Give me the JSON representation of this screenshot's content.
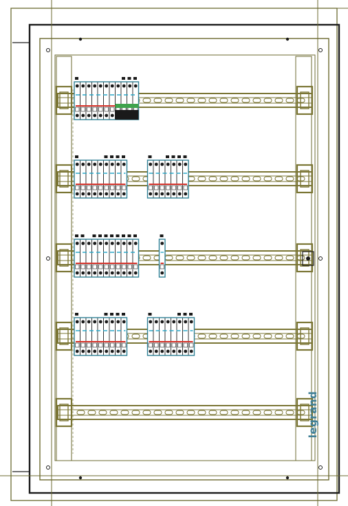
{
  "brand": {
    "name": "legrand",
    "color": "#3f7f96"
  },
  "colors": {
    "frame": "#6b6a2f",
    "frame_dark": "#1a1a1a",
    "device_outline": "#2e7f95",
    "rail_olive": "#7a7534",
    "accent_red": "#d8342c",
    "accent_green": "#3fa34d",
    "accent_cyan": "#29a7c8"
  },
  "rails": [
    {
      "id": "rail-1",
      "groups": [
        {
          "modules": 11,
          "type": "incoming",
          "badges": [
            1,
            0,
            0,
            0,
            0,
            0,
            0,
            0,
            1,
            1,
            1
          ]
        }
      ]
    },
    {
      "id": "rail-2",
      "groups": [
        {
          "modules": 9,
          "type": "breakers",
          "badges": [
            1,
            0,
            0,
            0,
            0,
            1,
            1,
            1,
            1
          ]
        },
        {
          "modules": 7,
          "type": "breakers",
          "badges": [
            1,
            0,
            0,
            1,
            1,
            1,
            1
          ]
        }
      ]
    },
    {
      "id": "rail-3",
      "groups": [
        {
          "modules": 11,
          "type": "breakers",
          "badges": [
            1,
            1,
            0,
            1,
            1,
            1,
            1,
            1,
            1,
            1,
            1
          ]
        },
        {
          "modules": 1,
          "type": "single",
          "badges": [
            1
          ]
        }
      ]
    },
    {
      "id": "rail-4",
      "groups": [
        {
          "modules": 9,
          "type": "breakers",
          "badges": [
            1,
            0,
            0,
            0,
            0,
            1,
            1,
            1,
            1
          ]
        },
        {
          "modules": 8,
          "type": "breakers",
          "badges": [
            1,
            0,
            0,
            0,
            0,
            1,
            1,
            1
          ]
        }
      ]
    },
    {
      "id": "rail-5",
      "groups": []
    }
  ]
}
